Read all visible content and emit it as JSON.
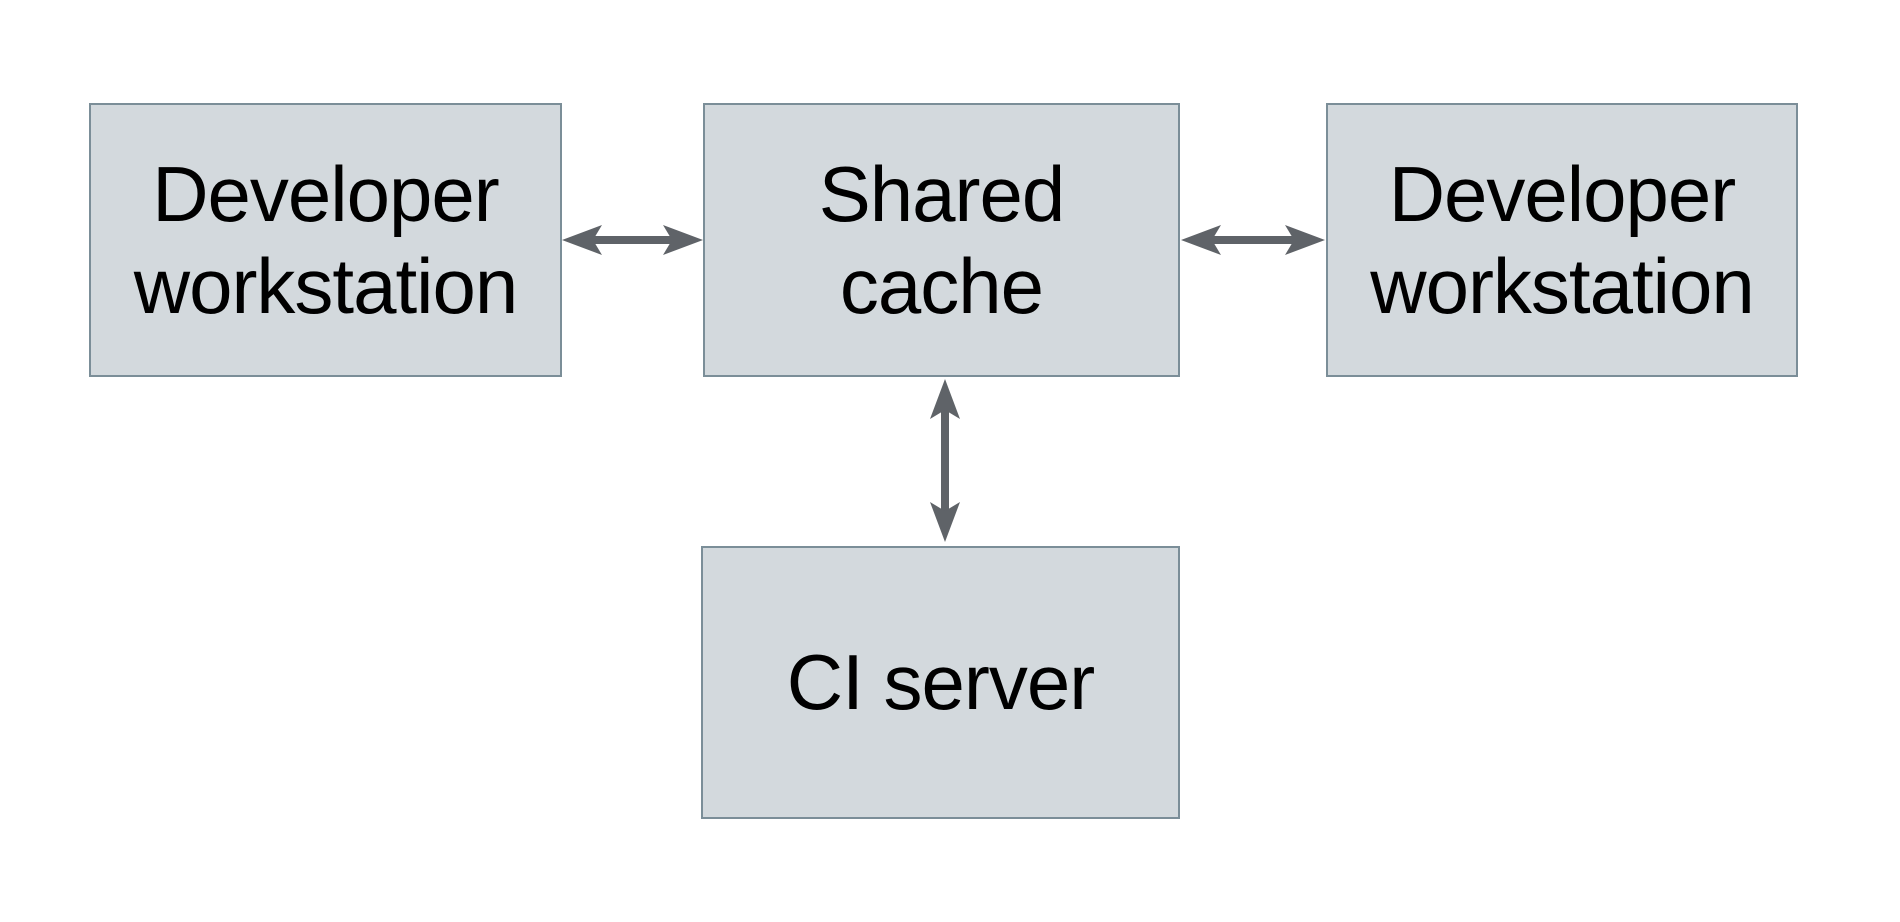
{
  "diagram": {
    "type": "architecture-diagram",
    "nodes": [
      {
        "id": "developer-workstation-left",
        "label": "Developer\nworkstation"
      },
      {
        "id": "shared-cache",
        "label": "Shared\ncache"
      },
      {
        "id": "developer-workstation-right",
        "label": "Developer\nworkstation"
      },
      {
        "id": "ci-server",
        "label": "CI server"
      }
    ],
    "edges": [
      {
        "from": "developer-workstation-left",
        "to": "shared-cache",
        "style": "bidirectional-arrow",
        "orientation": "horizontal"
      },
      {
        "from": "shared-cache",
        "to": "developer-workstation-right",
        "style": "bidirectional-arrow",
        "orientation": "horizontal"
      },
      {
        "from": "shared-cache",
        "to": "ci-server",
        "style": "bidirectional-arrow",
        "orientation": "vertical"
      }
    ],
    "colors": {
      "node_fill": "#d3d9dd",
      "node_border": "#7b8e98",
      "arrow": "#5f6368",
      "text": "#000000",
      "background": "#ffffff"
    }
  }
}
